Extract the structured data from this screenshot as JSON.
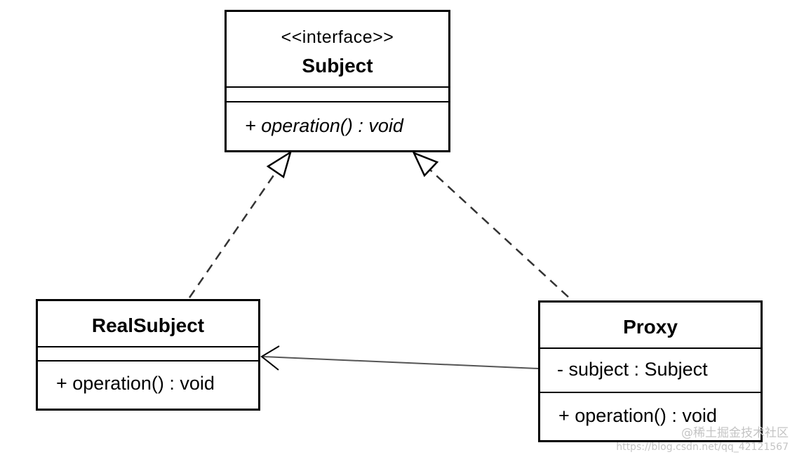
{
  "classes": {
    "subject": {
      "stereotype": "<<interface>>",
      "name": "Subject",
      "operations": [
        "+ operation() : void"
      ]
    },
    "real_subject": {
      "name": "RealSubject",
      "operations": [
        "+ operation() : void"
      ]
    },
    "proxy": {
      "name": "Proxy",
      "attributes": [
        "- subject : Subject"
      ],
      "operations": [
        "+ operation() : void"
      ]
    }
  },
  "relationships": [
    {
      "type": "realization",
      "from": "RealSubject",
      "to": "Subject",
      "line": "dashed",
      "arrowhead": "hollow-triangle"
    },
    {
      "type": "realization",
      "from": "Proxy",
      "to": "Subject",
      "line": "dashed",
      "arrowhead": "hollow-triangle"
    },
    {
      "type": "association",
      "from": "Proxy",
      "to": "RealSubject",
      "line": "solid",
      "arrowhead": "open"
    }
  ],
  "watermark": {
    "brand": "@稀土掘金技术社区",
    "url": "https://blog.csdn.net/qq_42121567"
  },
  "colors": {
    "line": "#000000",
    "association_line": "#555555",
    "background": "#ffffff",
    "watermark": "#c4c4c4"
  }
}
